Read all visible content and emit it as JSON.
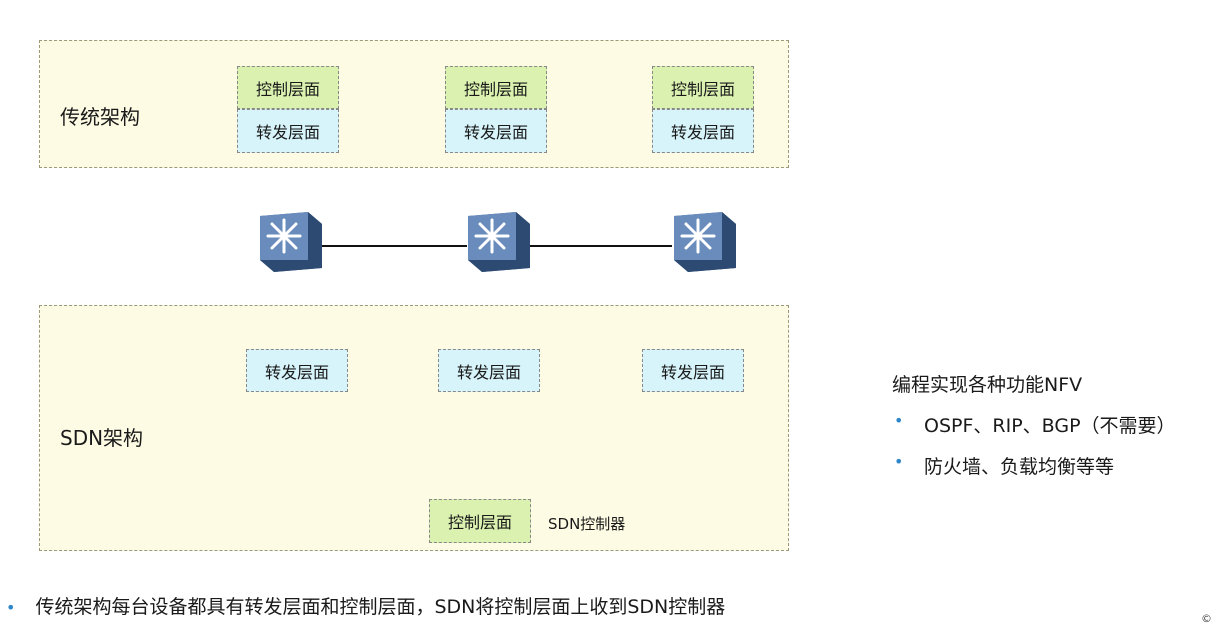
{
  "traditional": {
    "title": "传统架构",
    "devices": [
      {
        "control": "控制层面",
        "forward": "转发层面"
      },
      {
        "control": "控制层面",
        "forward": "转发层面"
      },
      {
        "control": "控制层面",
        "forward": "转发层面"
      }
    ]
  },
  "sdn": {
    "title": "SDN架构",
    "forward_planes": [
      "转发层面",
      "转发层面",
      "转发层面"
    ],
    "controller": {
      "label": "控制层面",
      "caption": "SDN控制器"
    }
  },
  "nfv": {
    "title": "编程实现各种功能NFV",
    "items": [
      "OSPF、RIP、BGP（不需要）",
      "防火墙、负载均衡等等"
    ]
  },
  "summary": "传统架构每台设备都具有转发层面和控制层面，SDN将控制层面上收到SDN控制器",
  "copyright": "©",
  "colors": {
    "panel_bg": "#fdfbe3",
    "control_plane": "#daf1b0",
    "forward_plane": "#d7f4fb",
    "router": "#4a6b9a",
    "bullet": "#2f86c8"
  }
}
